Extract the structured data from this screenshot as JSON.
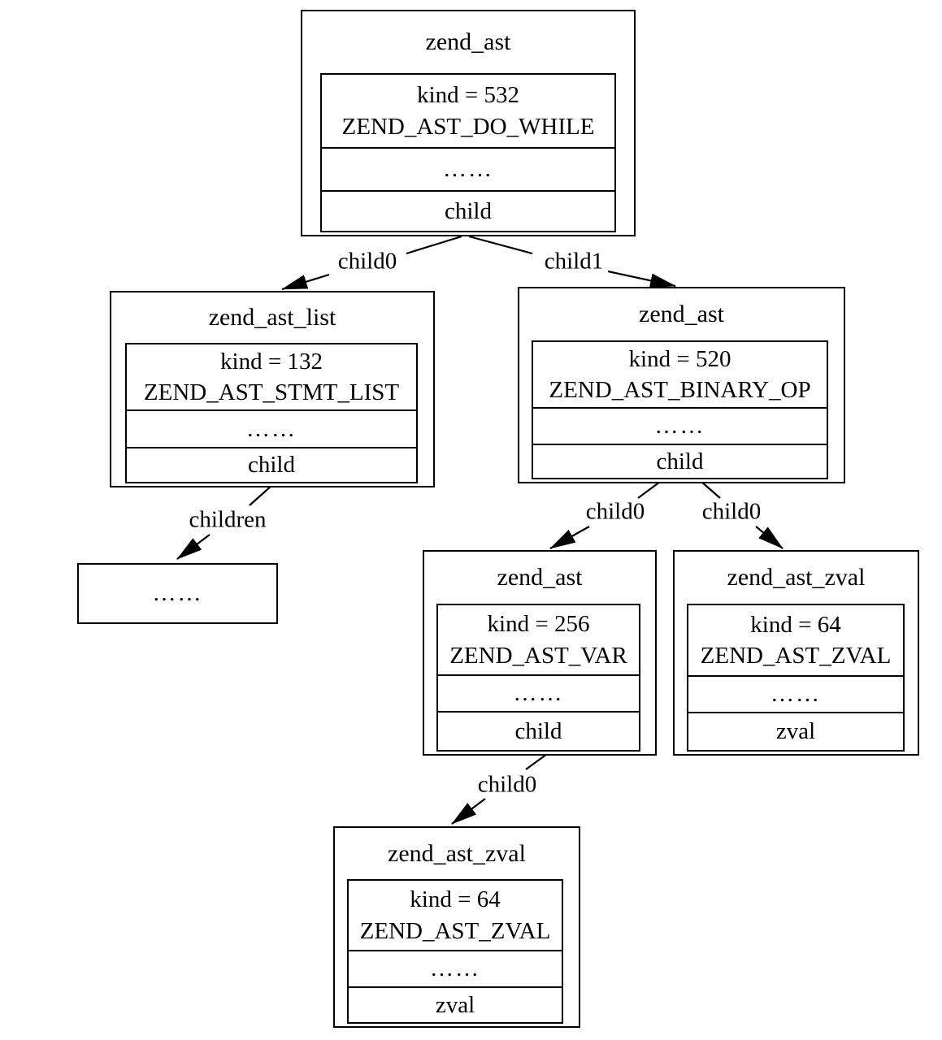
{
  "diagram": {
    "background_color": "#ffffff",
    "line_color": "#000000",
    "nodes": [
      {
        "id": "do-while",
        "title": "zend_ast",
        "kind": "kind = 532",
        "name": "ZEND_AST_DO_WHILE",
        "dots": "……",
        "pointer": "child"
      },
      {
        "id": "stmt-list",
        "title": "zend_ast_list",
        "kind": "kind = 132",
        "name": "ZEND_AST_STMT_LIST",
        "dots": "……",
        "pointer": "child"
      },
      {
        "id": "binary-op",
        "title": "zend_ast",
        "kind": "kind = 520",
        "name": "ZEND_AST_BINARY_OP",
        "dots": "……",
        "pointer": "child"
      },
      {
        "id": "var",
        "title": "zend_ast",
        "kind": "kind = 256",
        "name": "ZEND_AST_VAR",
        "dots": "……",
        "pointer": "child"
      },
      {
        "id": "zval-right",
        "title": "zend_ast_zval",
        "kind": "kind = 64",
        "name": "ZEND_AST_ZVAL",
        "dots": "……",
        "pointer": "zval"
      },
      {
        "id": "zval-bottom",
        "title": "zend_ast_zval",
        "kind": "kind = 64",
        "name": "ZEND_AST_ZVAL",
        "dots": "……",
        "pointer": "zval"
      }
    ],
    "placeholder_box": {
      "dots": "……"
    },
    "edge_labels": [
      "child0",
      "child1",
      "children",
      "child0",
      "child0",
      "child0"
    ]
  }
}
